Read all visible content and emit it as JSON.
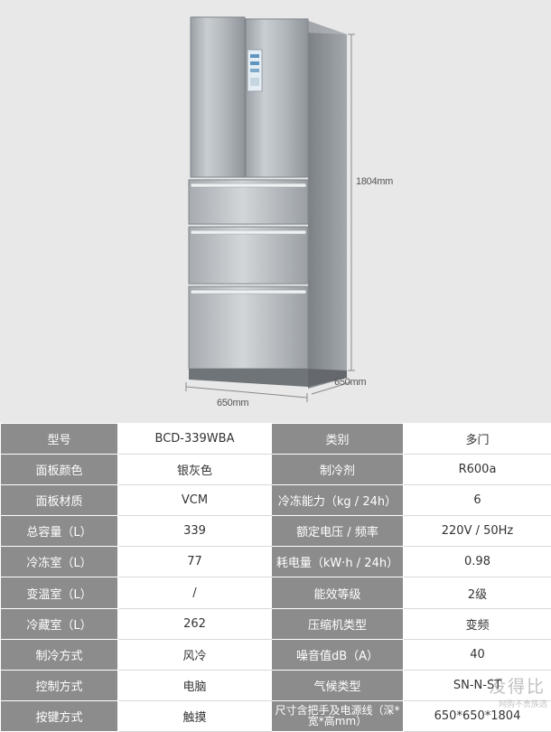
{
  "dimensions": {
    "height": "1804mm",
    "depth": "650mm",
    "width": "650mm"
  },
  "specs": [
    [
      {
        "k": "型号",
        "v": "BCD-339WBA"
      },
      {
        "k": "类别",
        "v": "多门"
      }
    ],
    [
      {
        "k": "面板颜色",
        "v": "银灰色"
      },
      {
        "k": "制冷剂",
        "v": "R600a"
      }
    ],
    [
      {
        "k": "面板材质",
        "v": "VCM"
      },
      {
        "k": "冷冻能力（kg / 24h）",
        "v": "6"
      }
    ],
    [
      {
        "k": "总容量（L）",
        "v": "339"
      },
      {
        "k": "额定电压 / 频率",
        "v": "220V / 50Hz"
      }
    ],
    [
      {
        "k": "冷冻室（L）",
        "v": "77"
      },
      {
        "k": "耗电量（kW·h / 24h）",
        "v": "0.98"
      }
    ],
    [
      {
        "k": "变温室（L）",
        "v": "/"
      },
      {
        "k": "能效等级",
        "v": "2级"
      }
    ],
    [
      {
        "k": "冷藏室（L）",
        "v": "262"
      },
      {
        "k": "压缩机类型",
        "v": "变频"
      }
    ],
    [
      {
        "k": "制冷方式",
        "v": "风冷"
      },
      {
        "k": "噪音值dB（A）",
        "v": "40"
      }
    ],
    [
      {
        "k": "控制方式",
        "v": "电脑"
      },
      {
        "k": "气候类型",
        "v": "SN-N-ST"
      }
    ],
    [
      {
        "k": "按键方式",
        "v": "触摸"
      },
      {
        "k": "尺寸含把手及电源线（深*宽*高mm）",
        "v": "650*650*1804"
      }
    ]
  ],
  "watermark": "没得比",
  "watermark_sub": "网购不贵族选"
}
